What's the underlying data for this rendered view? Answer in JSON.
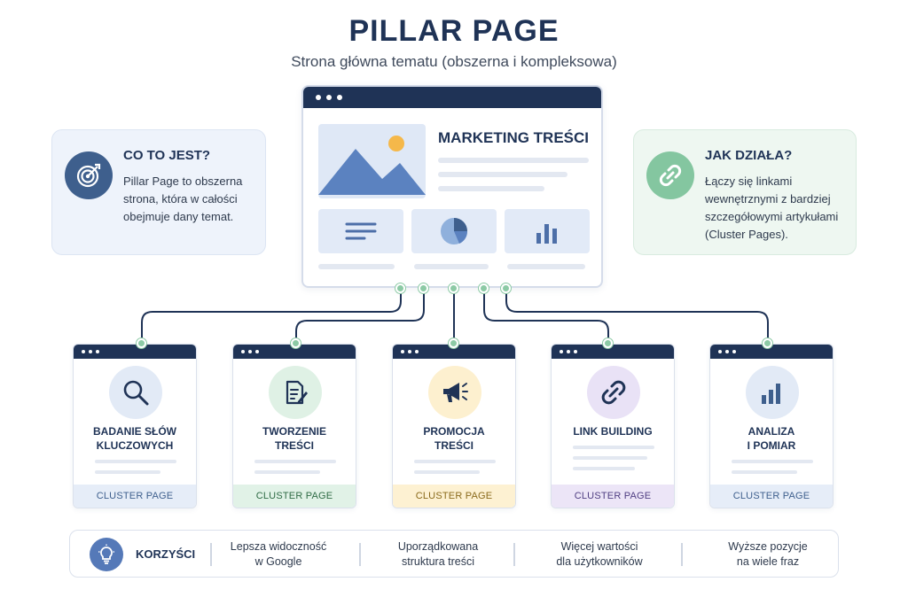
{
  "header": {
    "title": "PILLAR PAGE",
    "subtitle": "Strona główna tematu (obszerna i kompleksowa)"
  },
  "pillar": {
    "heading": "MARKETING TREŚCI",
    "tile_icons": [
      "text-lines-icon",
      "pie-chart-icon",
      "bar-chart-icon"
    ]
  },
  "what_is": {
    "title": "CO TO JEST?",
    "text": "Pillar Page to obszerna strona, która w całości obejmuje dany temat.",
    "icon": "target-icon"
  },
  "how_it_works": {
    "title": "JAK DZIAŁA?",
    "text": "Łączy się linkami wewnętrznymi z bardziej szczegółowymi artykułami (Cluster Pages).",
    "icon": "link-icon"
  },
  "clusters": [
    {
      "title_line1": "BADANIE SŁÓW",
      "title_line2": "KLUCZOWYCH",
      "footer": "CLUSTER PAGE",
      "icon": "magnifier-icon",
      "icon_bg": "#e2eaf6",
      "footer_bg": "#e6edf8",
      "footer_color": "#3e5f8d"
    },
    {
      "title_line1": "TWORZENIE",
      "title_line2": "TREŚCI",
      "footer": "CLUSTER PAGE",
      "icon": "document-edit-icon",
      "icon_bg": "#dff1e5",
      "footer_bg": "#e1f2e7",
      "footer_color": "#2f6b45"
    },
    {
      "title_line1": "PROMOCJA",
      "title_line2": "TREŚCI",
      "footer": "CLUSTER PAGE",
      "icon": "megaphone-icon",
      "icon_bg": "#fdf0cf",
      "footer_bg": "#fdf1d2",
      "footer_color": "#8a6a1c"
    },
    {
      "title_line1": "LINK BUILDING",
      "title_line2": "",
      "footer": "CLUSTER PAGE",
      "icon": "chain-link-icon",
      "icon_bg": "#e9e2f6",
      "footer_bg": "#ece5f7",
      "footer_color": "#4f3e82"
    },
    {
      "title_line1": "ANALIZA",
      "title_line2": "I POMIAR",
      "footer": "CLUSTER PAGE",
      "icon": "bar-chart-icon",
      "icon_bg": "#e2eaf6",
      "footer_bg": "#e6edf8",
      "footer_color": "#3e5f8d"
    }
  ],
  "benefits": {
    "label": "KORZYŚCI",
    "icon": "lightbulb-icon",
    "items": [
      {
        "line1": "Lepsza widoczność",
        "line2": "w Google"
      },
      {
        "line1": "Uporządkowana",
        "line2": "struktura treści"
      },
      {
        "line1": "Więcej wartości",
        "line2": "dla użytkowników"
      },
      {
        "line1": "Wyższe pozycje",
        "line2": "na wiele fraz"
      }
    ]
  },
  "colors": {
    "navy": "#1f3356",
    "connector_green": "#8ccaa5"
  }
}
